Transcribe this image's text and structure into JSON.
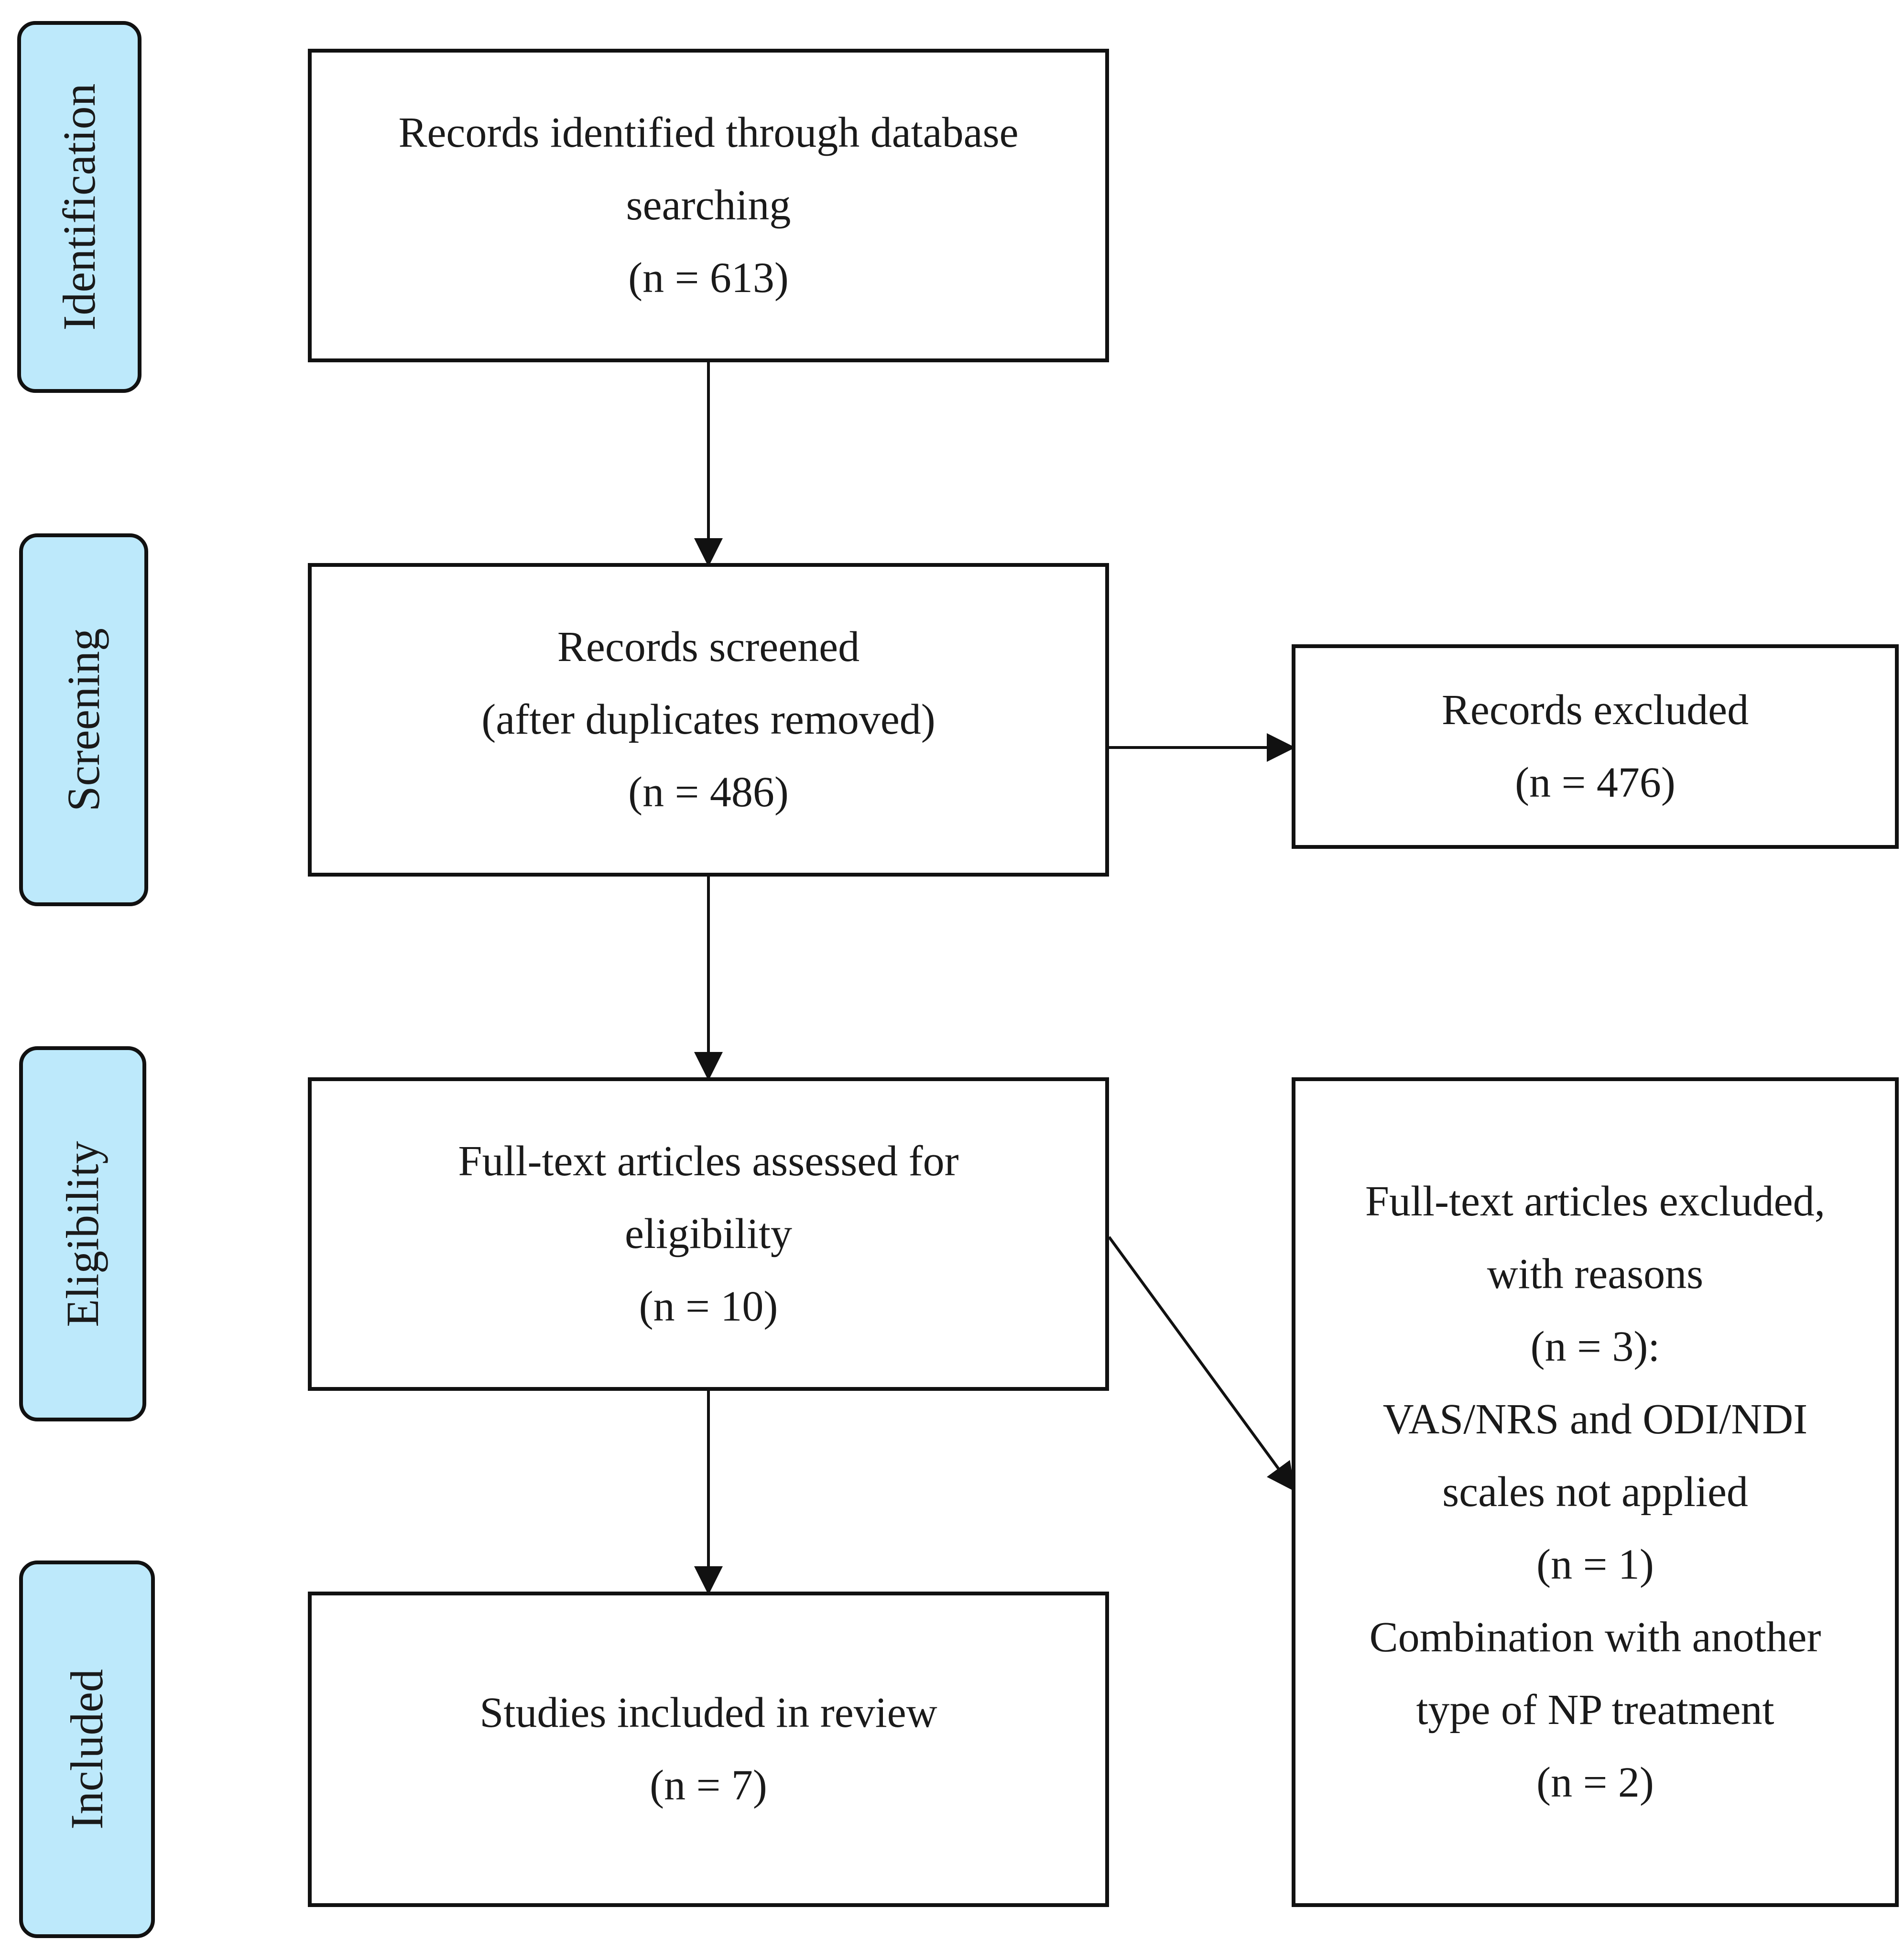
{
  "phases": {
    "identification": "Identification",
    "screening": "Screening",
    "eligibility": "Eligibility",
    "included": "Included"
  },
  "boxes": {
    "identified": {
      "line1": "Records identified through database",
      "line2": "searching",
      "count": "(n = 613)"
    },
    "screened": {
      "line1": "Records screened",
      "line2": "(after duplicates removed)",
      "count": "(n = 486)"
    },
    "excluded": {
      "line1": "Records excluded",
      "count": "(n = 476)"
    },
    "fulltext": {
      "line1": "Full-text articles assessed for",
      "line2": "eligibility",
      "count": "(n = 10)"
    },
    "fulltext_excluded": {
      "line1": "Full-text articles excluded,",
      "line2": "with reasons",
      "count": "(n = 3):",
      "reason1_line1": "VAS/NRS and ODI/NDI",
      "reason1_line2": "scales not applied",
      "reason1_count": "(n = 1)",
      "reason2_line1": "Combination with another",
      "reason2_line2": "type of NP treatment",
      "reason2_count": "(n = 2)"
    },
    "included": {
      "line1": "Studies included in review",
      "count": "(n = 7)"
    }
  },
  "colors": {
    "phase_fill": "#bde9fb",
    "stroke": "#111111"
  }
}
